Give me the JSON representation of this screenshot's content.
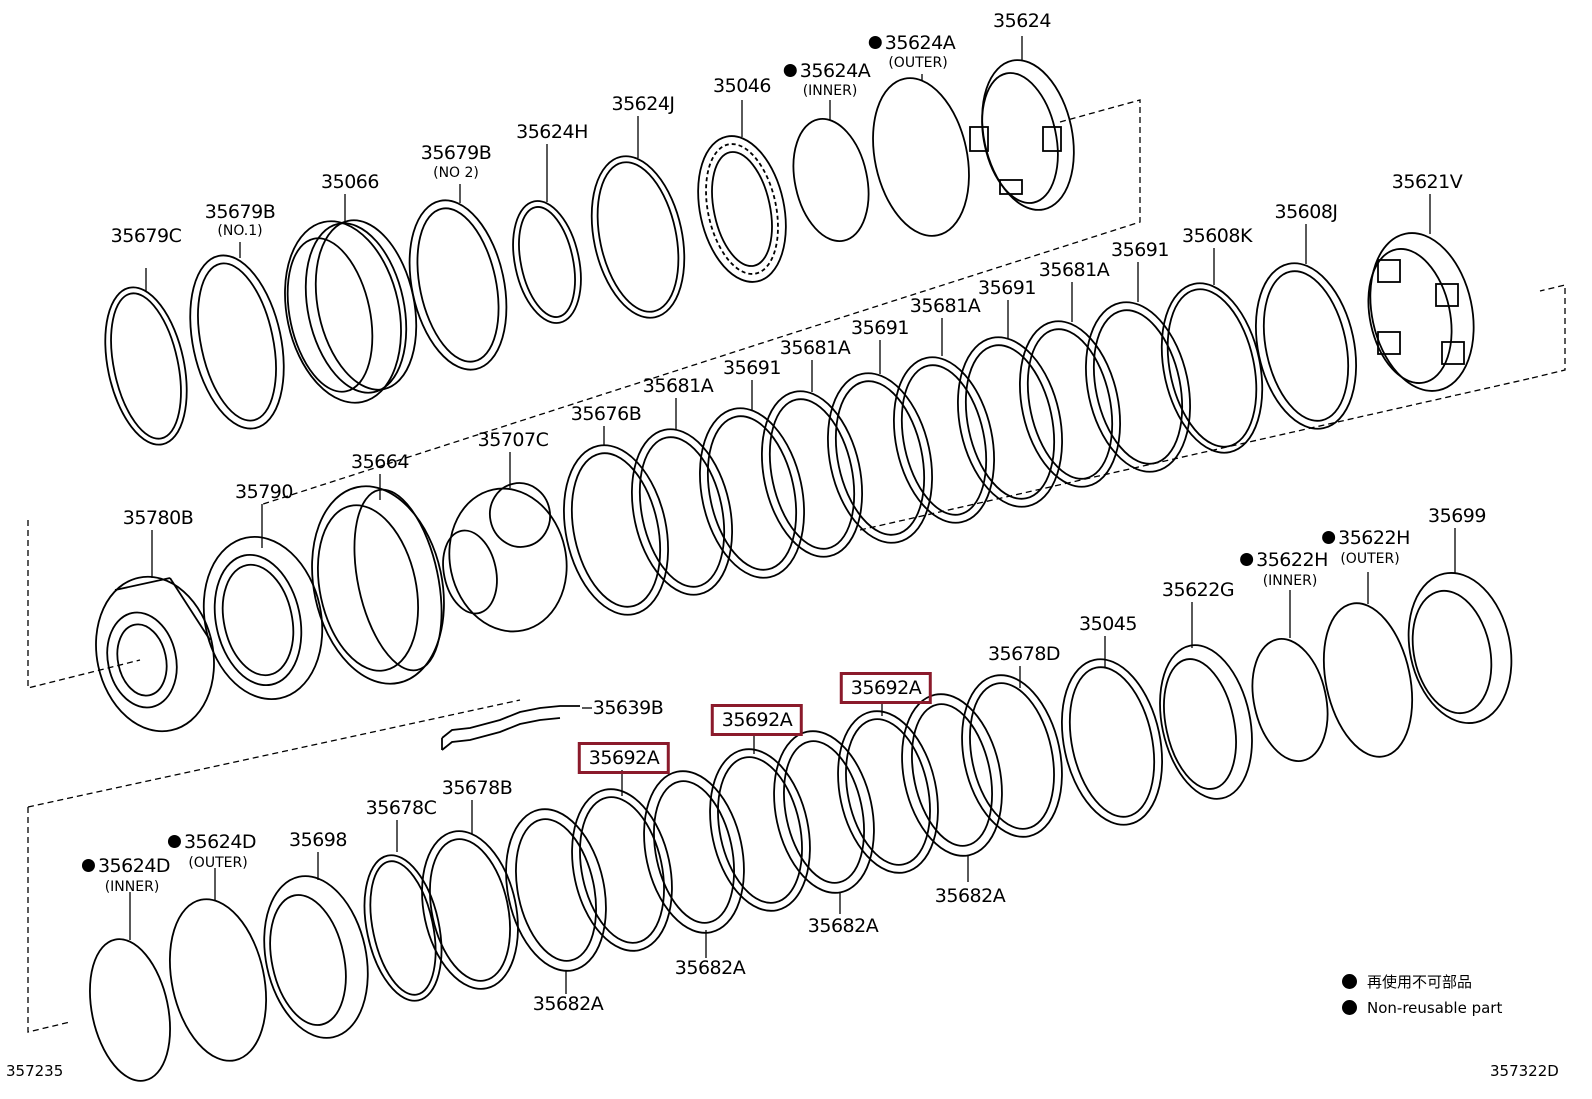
{
  "diagram_code_left": "357235",
  "diagram_code_right": "357322D",
  "legend": {
    "line_jp": "再使用不可部品",
    "line_en": "Non-reusable part"
  },
  "highlight_color": "#8b1a2b",
  "labels": [
    {
      "text": "35624"
    },
    {
      "text": "35624A",
      "marker": true,
      "note": "(OUTER)"
    },
    {
      "text": "35624A",
      "marker": true,
      "note": "(INNER)"
    },
    {
      "text": "35046"
    },
    {
      "text": "35624J"
    },
    {
      "text": "35624H"
    },
    {
      "text": "35679B",
      "note": "(NO 2)"
    },
    {
      "text": "35066"
    },
    {
      "text": "35679B",
      "note": "(NO.1)"
    },
    {
      "text": "35679C"
    },
    {
      "text": "35621V"
    },
    {
      "text": "35608J"
    },
    {
      "text": "35608K"
    },
    {
      "text": "35691"
    },
    {
      "text": "35681A"
    },
    {
      "text": "35691"
    },
    {
      "text": "35681A"
    },
    {
      "text": "35691"
    },
    {
      "text": "35681A"
    },
    {
      "text": "35691"
    },
    {
      "text": "35681A"
    },
    {
      "text": "35676B"
    },
    {
      "text": "35707C"
    },
    {
      "text": "35664"
    },
    {
      "text": "35790"
    },
    {
      "text": "35780B"
    },
    {
      "text": "35699"
    },
    {
      "text": "35622H",
      "marker": true,
      "note": "(OUTER)"
    },
    {
      "text": "35622H",
      "marker": true,
      "note": "(INNER)"
    },
    {
      "text": "35622G"
    },
    {
      "text": "35045"
    },
    {
      "text": "35678D"
    },
    {
      "text": "35692A",
      "highlighted": true
    },
    {
      "text": "35692A",
      "highlighted": true
    },
    {
      "text": "35692A",
      "highlighted": true
    },
    {
      "text": "35639B"
    },
    {
      "text": "35678B"
    },
    {
      "text": "35678C"
    },
    {
      "text": "35698"
    },
    {
      "text": "35624D",
      "marker": true,
      "note": "(OUTER)"
    },
    {
      "text": "35624D",
      "marker": true,
      "note": "(INNER)"
    },
    {
      "text": "35682A"
    },
    {
      "text": "35682A"
    },
    {
      "text": "35682A"
    },
    {
      "text": "35682A"
    }
  ]
}
